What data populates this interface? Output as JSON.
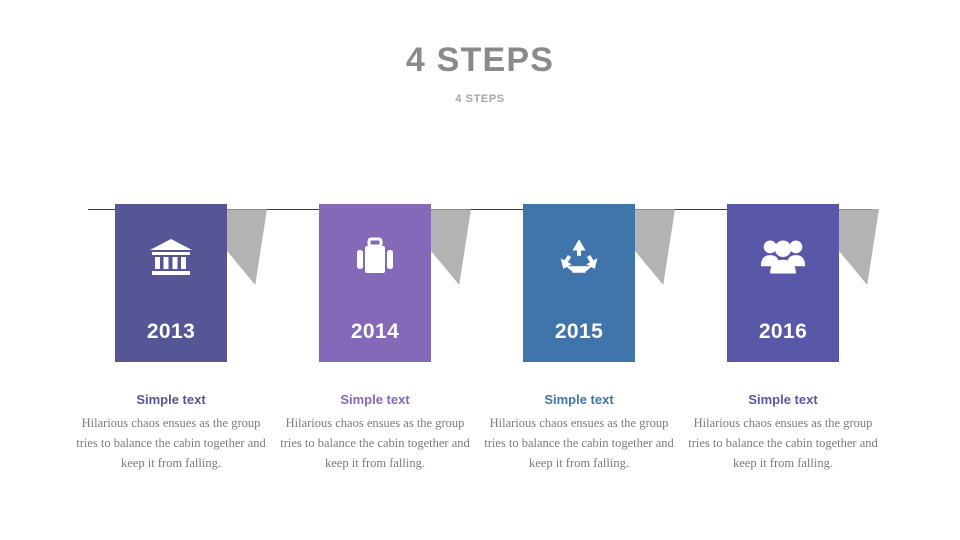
{
  "header": {
    "title": "4 STEPS",
    "subtitle": "4 STEPS",
    "title_color": "#8a8a8a",
    "subtitle_color": "#a6a6a6"
  },
  "timeline": {
    "line_color": "#3b3b45",
    "fold_color": "#9e9e9e"
  },
  "steps": [
    {
      "year": "2013",
      "icon": "bank-icon",
      "color": "#565595",
      "caption_title": "Simple text",
      "caption_body": "Hilarious chaos ensues as the group tries to balance the cabin together and keep it from falling."
    },
    {
      "year": "2014",
      "icon": "suitcase-icon",
      "color": "#8369b8",
      "caption_title": "Simple text",
      "caption_body": "Hilarious chaos ensues as the group tries to balance the cabin together and keep it from falling."
    },
    {
      "year": "2015",
      "icon": "recycle-icon",
      "color": "#4075ac",
      "caption_title": "Simple text",
      "caption_body": "Hilarious chaos ensues as the group tries to balance the cabin together and keep it from falling."
    },
    {
      "year": "2016",
      "icon": "users-group-icon",
      "color": "#5a57a8",
      "caption_title": "Simple text",
      "caption_body": "Hilarious chaos ensues as the group tries to balance the cabin together and keep it from falling."
    }
  ]
}
